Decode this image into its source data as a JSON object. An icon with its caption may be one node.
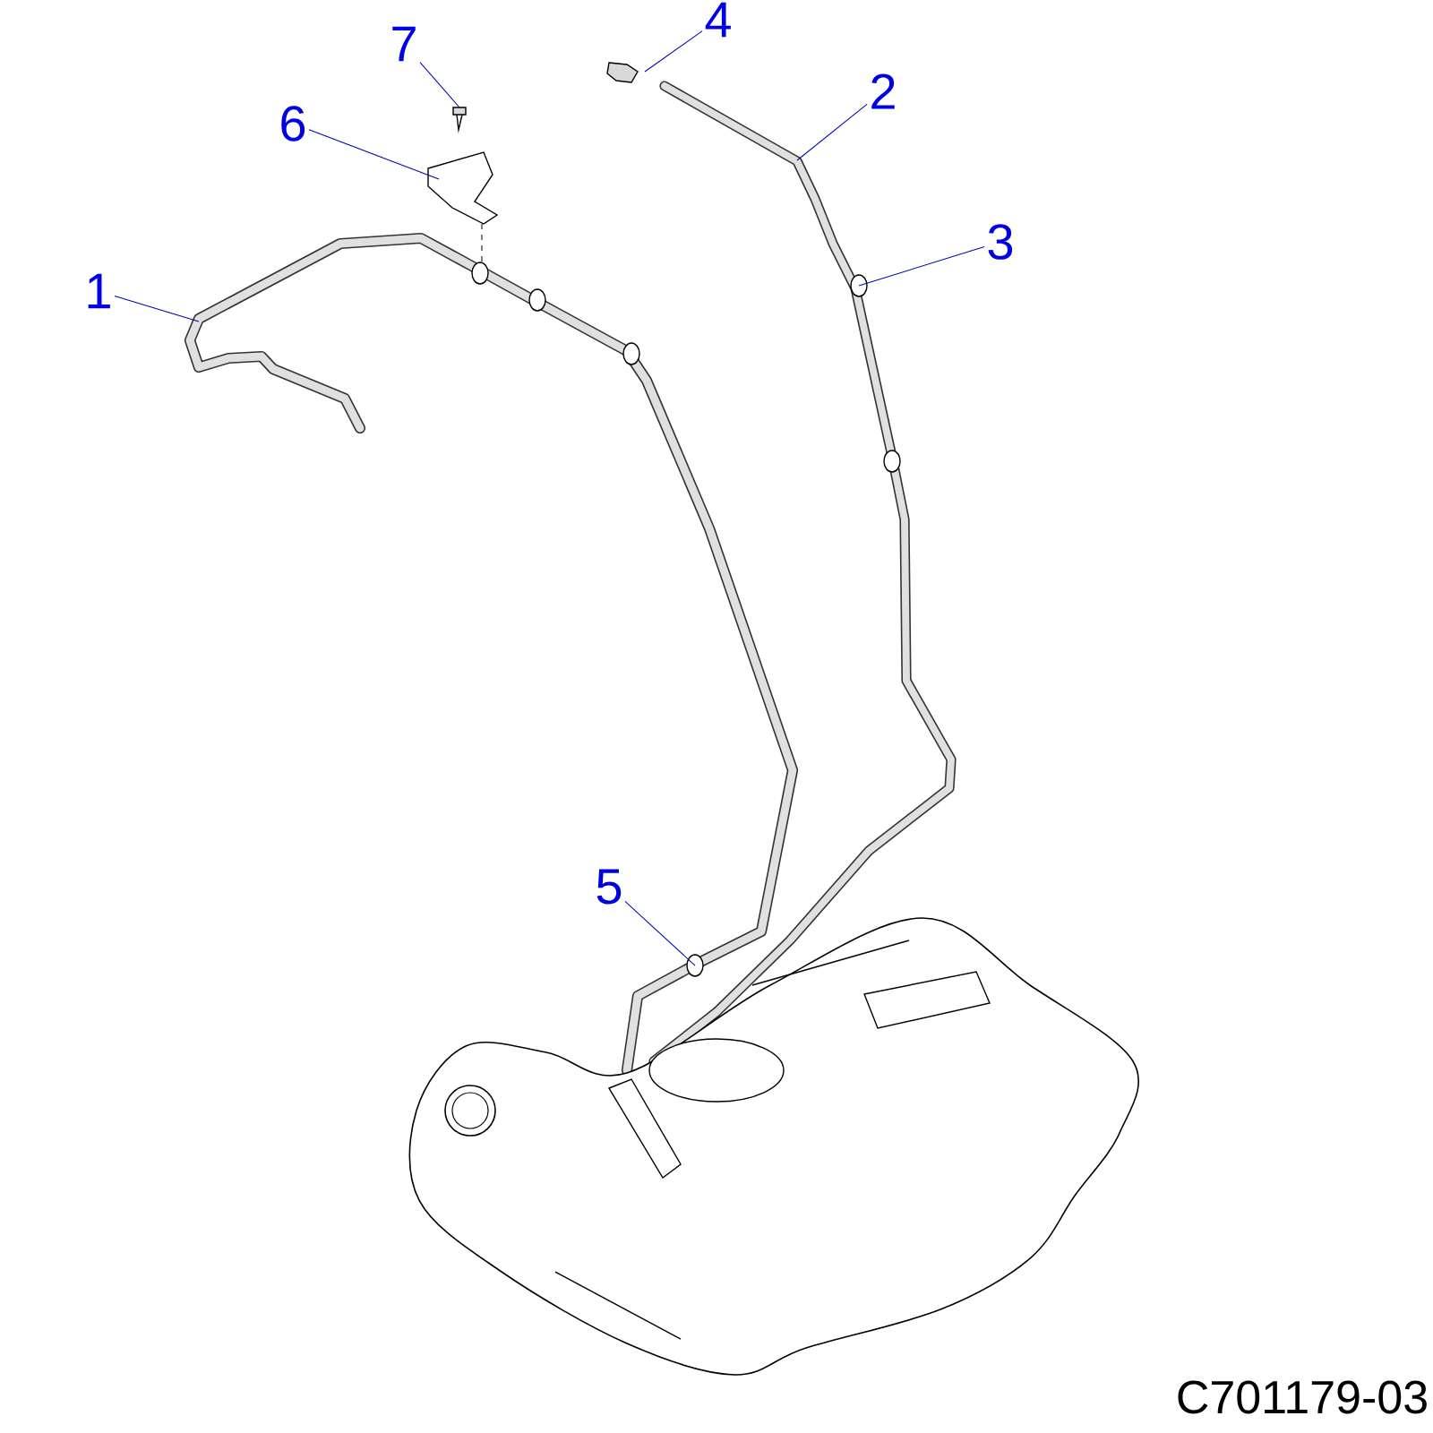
{
  "diagram": {
    "nodes": [
      {
        "text": [
          "1"
        ]
      },
      {
        "text": [
          "2"
        ]
      },
      {
        "text": [
          "3"
        ]
      },
      {
        "text": [
          "4"
        ]
      },
      {
        "text": [
          "5"
        ]
      },
      {
        "text": [
          "6"
        ]
      },
      {
        "text": [
          "7"
        ]
      }
    ],
    "edges": [
      {
        "from": 0,
        "to": null,
        "arrow": "none"
      },
      {
        "from": 1,
        "to": null,
        "arrow": "none"
      },
      {
        "from": 2,
        "to": null,
        "arrow": "none"
      },
      {
        "from": 3,
        "to": null,
        "arrow": "none"
      },
      {
        "from": 4,
        "to": null,
        "arrow": "none"
      },
      {
        "from": 5,
        "to": null,
        "arrow": "none"
      },
      {
        "from": 6,
        "to": null,
        "arrow": "none"
      }
    ],
    "labels": [
      "C701179-03"
    ]
  }
}
